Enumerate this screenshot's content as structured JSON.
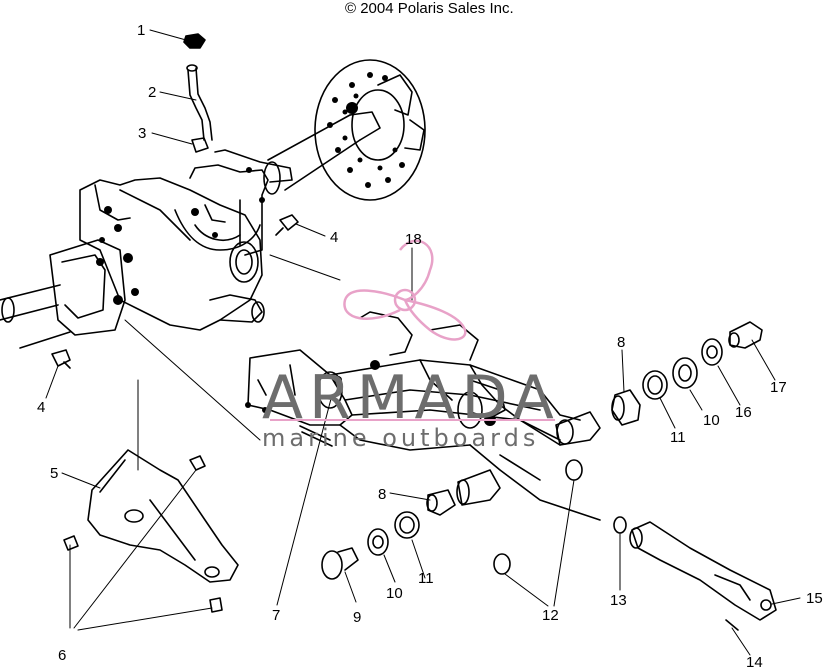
{
  "copyright": "© 2004 Polaris Sales Inc.",
  "watermark": {
    "brand": "ARMADA",
    "tagline": "marine outboards",
    "logo_color": "#e8a2c8",
    "text_color": "#6d6d6d"
  },
  "callouts": [
    {
      "id": "c1",
      "label": "1"
    },
    {
      "id": "c2",
      "label": "2"
    },
    {
      "id": "c3",
      "label": "3"
    },
    {
      "id": "c4a",
      "label": "4"
    },
    {
      "id": "c4b",
      "label": "4"
    },
    {
      "id": "c5",
      "label": "5"
    },
    {
      "id": "c6",
      "label": "6"
    },
    {
      "id": "c7",
      "label": "7"
    },
    {
      "id": "c8a",
      "label": "8"
    },
    {
      "id": "c8b",
      "label": "8"
    },
    {
      "id": "c9",
      "label": "9"
    },
    {
      "id": "c10a",
      "label": "10"
    },
    {
      "id": "c10b",
      "label": "10"
    },
    {
      "id": "c11a",
      "label": "11"
    },
    {
      "id": "c11b",
      "label": "11"
    },
    {
      "id": "c12",
      "label": "12"
    },
    {
      "id": "c13",
      "label": "13"
    },
    {
      "id": "c14",
      "label": "14"
    },
    {
      "id": "c15",
      "label": "15"
    },
    {
      "id": "c16",
      "label": "16"
    },
    {
      "id": "c17",
      "label": "17"
    },
    {
      "id": "c18",
      "label": "18"
    }
  ]
}
